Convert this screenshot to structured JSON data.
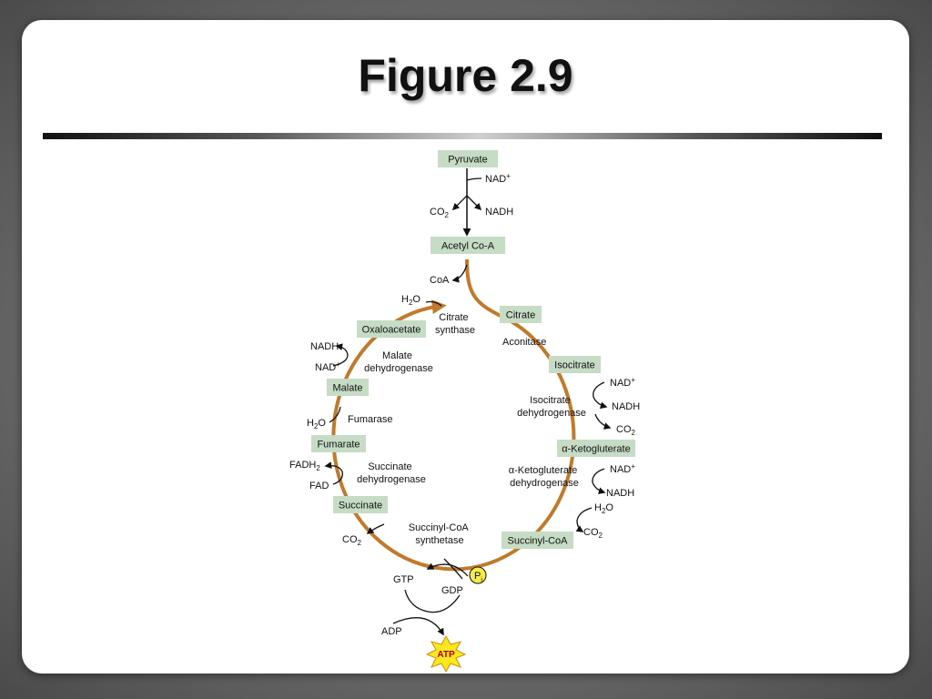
{
  "slide": {
    "title": "Figure 2.9"
  },
  "diagram": {
    "nodes": {
      "pyruvate": "Pyruvate",
      "acetyl_coa": "Acetyl Co-A",
      "citrate": "Citrate",
      "isocitrate": "Isocitrate",
      "a_ketogluterate": "α-Ketogluterate",
      "succinyl_coa": "Succinyl-CoA",
      "succinate": "Succinate",
      "fumarate": "Fumarate",
      "malate": "Malate",
      "oxaloacetate": "Oxaloacetate"
    },
    "enzymes": {
      "citrate_synthase": [
        "Citrate",
        "synthase"
      ],
      "aconitase": "Aconitase",
      "isocitrate_dehydrogenase": [
        "Isocitrate",
        "dehydrogenase"
      ],
      "a_ketogluterate_dehydrogenase": [
        "α-Ketogluterate",
        "dehydrogenase"
      ],
      "succinyl_coa_synthetase": [
        "Succinyl-CoA",
        "synthetase"
      ],
      "succinate_dehydrogenase": [
        "Succinate",
        "dehydrogenase"
      ],
      "fumarase": "Fumarase",
      "malate_dehydrogenase": [
        "Malate",
        "dehydrogenase"
      ]
    },
    "cofactors": {
      "nad_plus": "NAD",
      "nadh": "NADH",
      "co2": "CO",
      "coa": "CoA",
      "h2o": "H",
      "fadh2": "FADH",
      "fad": "FAD",
      "gtp": "GTP",
      "gdp": "GDP",
      "adp": "ADP",
      "atp": "ATP",
      "pi": "P",
      "sub_2": "2",
      "sup_plus": "+",
      "o": "O",
      "sub_i": "i"
    },
    "colors": {
      "cycle": "#c17a2b",
      "node_fill": "#c6dcc4",
      "pi_fill": "#f4ec46",
      "atp_fill": "#f8e81c"
    }
  }
}
